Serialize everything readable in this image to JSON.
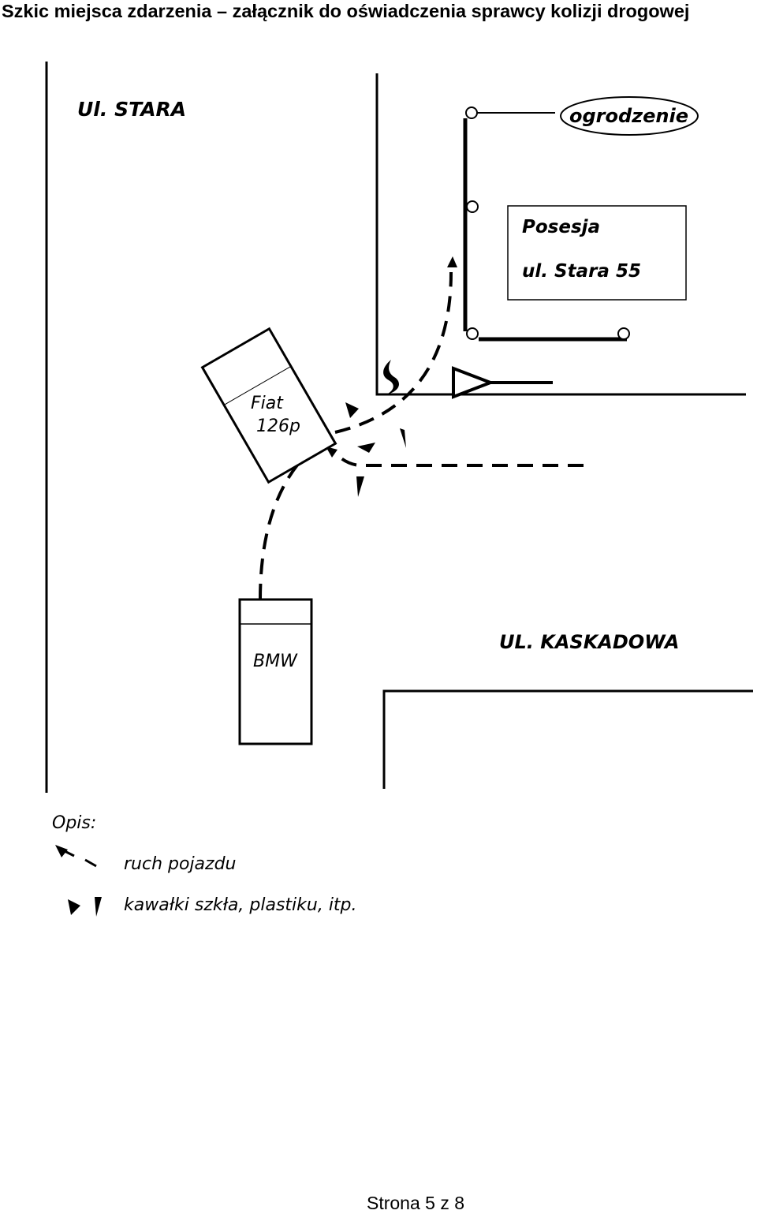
{
  "header": {
    "title": "Szkic miejsca zdarzenia – załącznik do oświadczenia sprawcy kolizji drogowej"
  },
  "sketch": {
    "street_stara": "Ul. STARA",
    "street_kaskadowa": "UL. KASKADOWA",
    "fence_label": "ogrodzenie",
    "property_title": "Posesja",
    "property_address": "ul. Stara 55",
    "vehicle_fiat_line1": "Fiat",
    "vehicle_fiat_line2": "126p",
    "vehicle_bmw": "BMW"
  },
  "legend": {
    "heading": "Opis:",
    "movement_label": "ruch pojazdu",
    "debris_label": "kawałki szkła, plastiku, itp."
  },
  "footer": {
    "page_label": "Strona 5 z 8"
  }
}
